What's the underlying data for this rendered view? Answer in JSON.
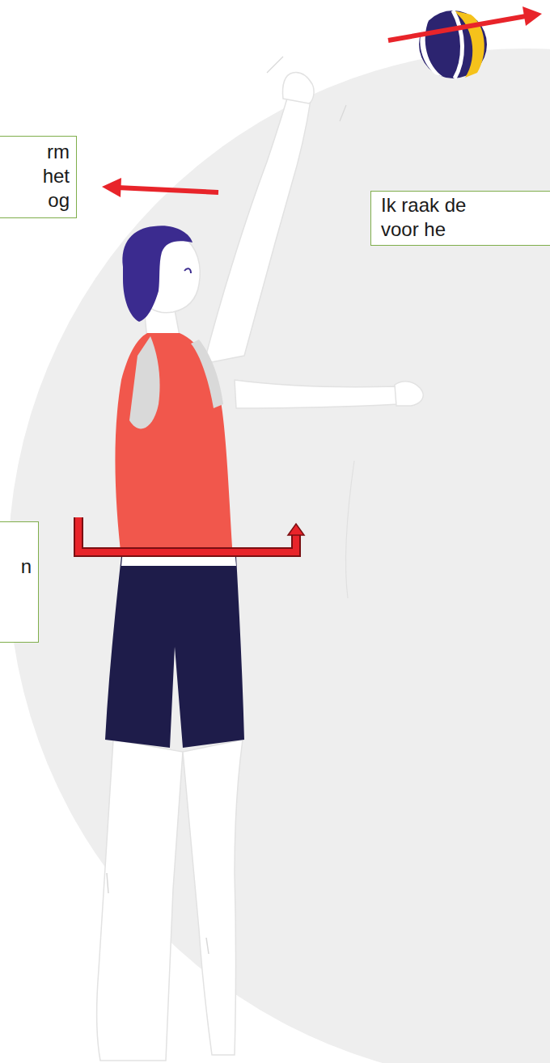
{
  "diagram": {
    "nodes": [
      {
        "text": [
          "rm het og"
        ]
      },
      {
        "text": [
          "Ik raak de voor he"
        ]
      },
      {
        "text": [
          "n"
        ]
      }
    ]
  }
}
